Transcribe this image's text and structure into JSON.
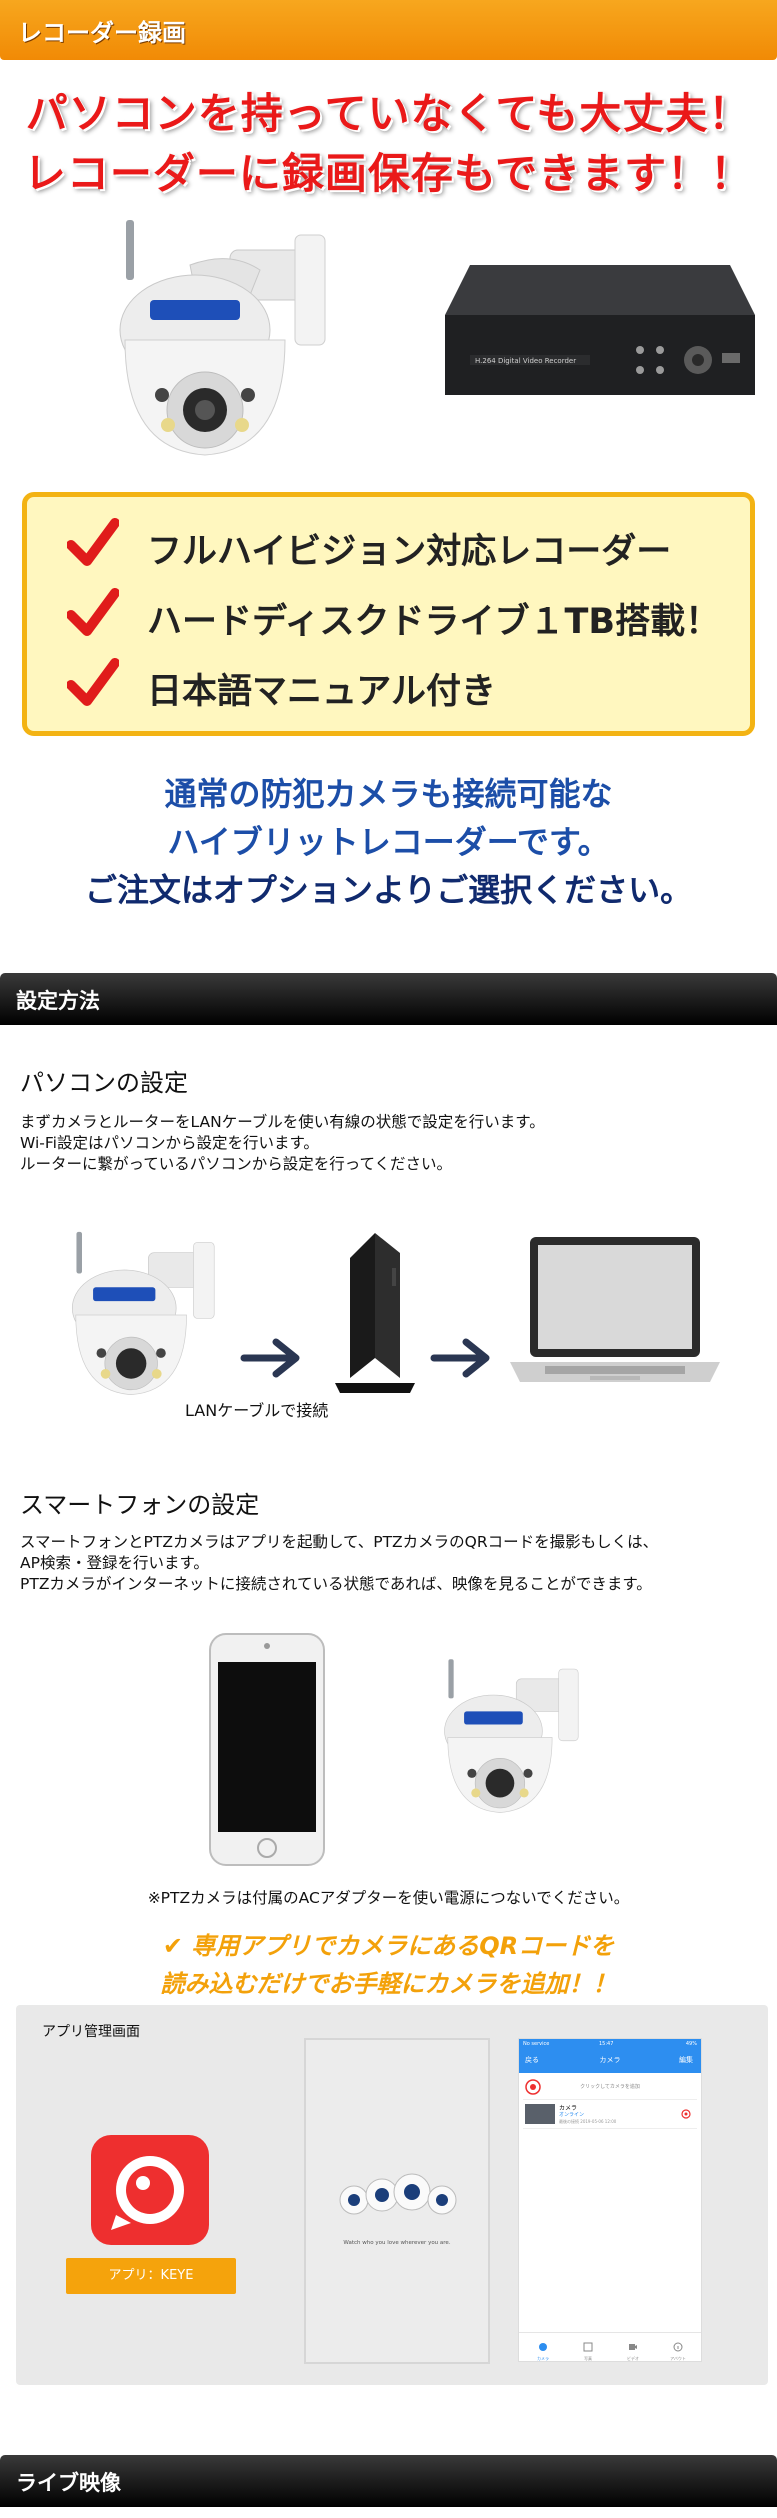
{
  "section1": {
    "header": "レコーダー録画",
    "headline_line1": "パソコンを持っていなくても大丈夫！",
    "headline_line2": "レコーダーに録画保存もできます！！",
    "recorder_label": "H.264 Digital Video Recorder",
    "features": [
      {
        "label": "フルハイビジョン対応レコーダー"
      },
      {
        "label": "ハードディスクドライブ１TB搭載！"
      },
      {
        "label": "日本語マニュアル付き"
      }
    ],
    "blue_line1": "通常の防犯カメラも接続可能な",
    "blue_line2": "ハイブリットレコーダーです。",
    "blue_line3": "ご注文はオプションよりご選択ください。"
  },
  "section2": {
    "header": "設定方法",
    "pc_title": "パソコンの設定",
    "pc_text_1": "まずカメラとルーターをLANケーブルを使い有線の状態で設定を行います。",
    "pc_text_2": "Wi-Fi設定はパソコンから設定を行います。",
    "pc_text_3": "ルーターに繋がっているパソコンから設定を行ってください。",
    "lan_caption": "LANケーブルで接続",
    "sp_title": "スマートフォンの設定",
    "sp_text_1": "スマートフォンとPTZカメラはアプリを起動して、PTZカメラのQRコードを撮影もしくは、",
    "sp_text_2": "AP検索・登録を行います。",
    "sp_text_3": "PTZカメラがインターネットに接続されている状態であれば、映像を見ることができます。",
    "adapter_note": "※PTZカメラは付属のACアダプターを使い電源につないでください。",
    "orange_line1": "✔ 専用アプリでカメラにあるQRコードを",
    "orange_line2": "読み込むだけでお手軽にカメラを追加！！",
    "panel_title": "アプリ管理画面",
    "app_button": "アプリ：KEYE",
    "splash_text": "Watch who you love wherever you are.",
    "app_screen": {
      "carrier": "No service",
      "time": "15:47",
      "battery": "49%",
      "nav_left": "戻る",
      "nav_title": "カメラ",
      "nav_right": "編集",
      "add_device": "クリックしてカメラを追加",
      "camera_name": "カメラ",
      "camera_status": "オンライン",
      "camera_info": "最後の接続 2019-05-06 12:00",
      "tabs": [
        "カメラ",
        "写真",
        "ビデオ",
        "アバウト"
      ]
    }
  },
  "section3": {
    "header": "ライブ映像"
  },
  "colors": {
    "orange": "#f18a05",
    "red": "#ea1919",
    "navy": "#102a6e",
    "app_red": "#ee2f2f",
    "app_blue": "#2d8ef0"
  }
}
